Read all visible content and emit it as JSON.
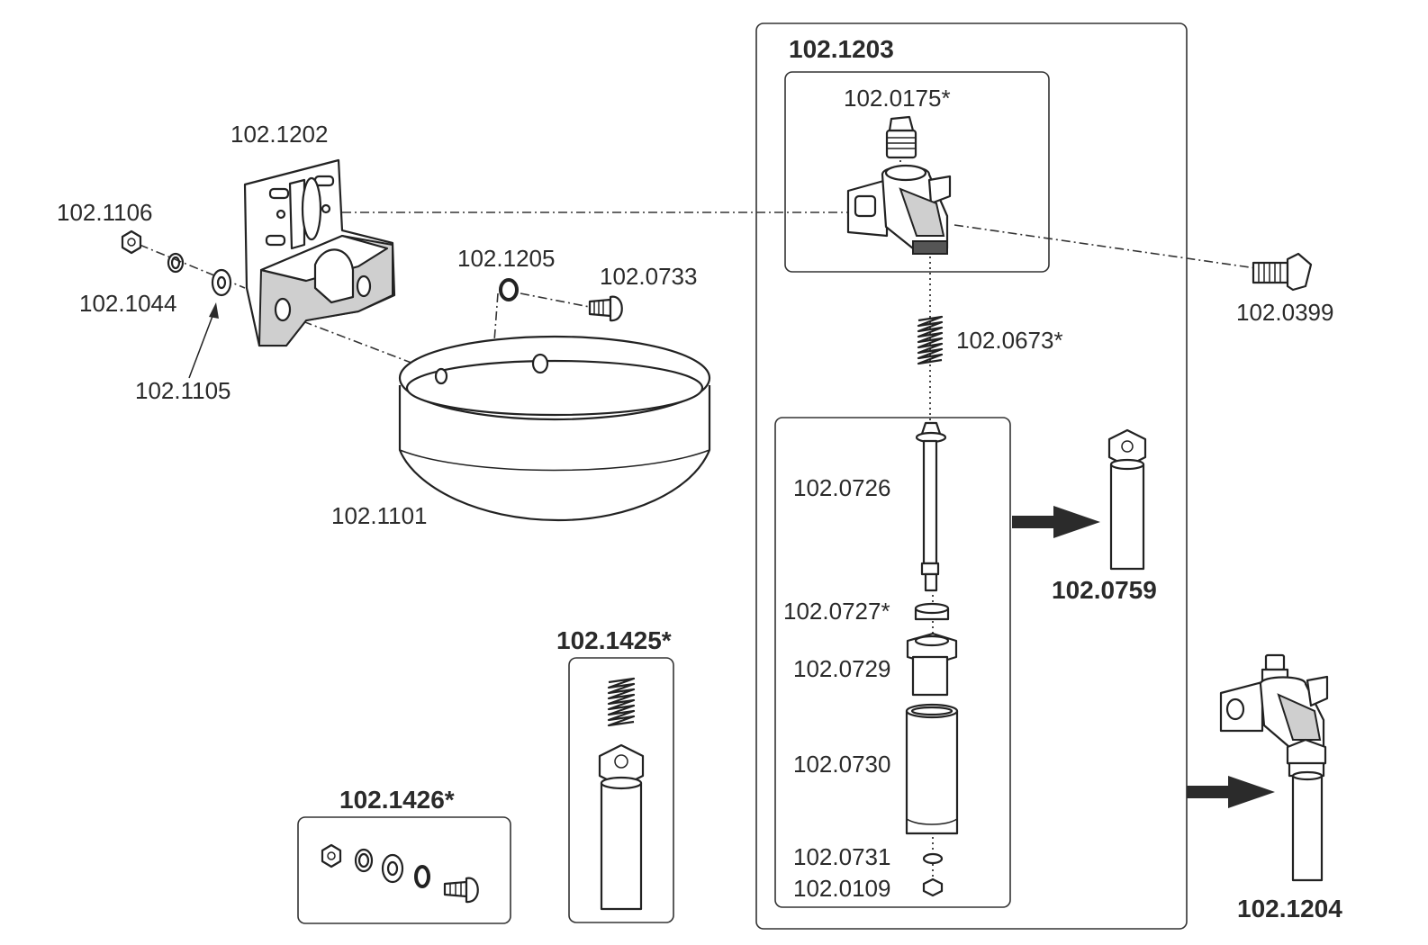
{
  "labels": {
    "p1021202": "102.1202",
    "p1021106": "102.1106",
    "p1021044": "102.1044",
    "p1021105": "102.1105",
    "p1021205": "102.1205",
    "p1020733": "102.0733",
    "p1021101": "102.1101",
    "p1021203": "102.1203",
    "p1020175": "102.0175*",
    "p1020399": "102.0399",
    "p1020673": "102.0673*",
    "p1020726": "102.0726",
    "p1020727": "102.0727*",
    "p1020729": "102.0729",
    "p1020730": "102.0730",
    "p1020731": "102.0731",
    "p1020109": "102.0109",
    "p1020759": "102.0759",
    "p1021425": "102.1425*",
    "p1021426": "102.1426*",
    "p1021204": "102.1204"
  }
}
